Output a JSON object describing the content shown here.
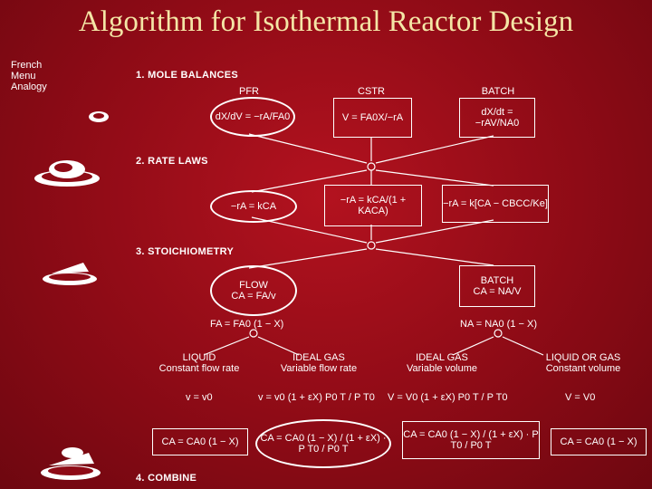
{
  "title": "Algorithm for Isothermal Reactor Design",
  "side_label": [
    "French",
    "Menu",
    "Analogy"
  ],
  "sections": {
    "s1": "1. MOLE BALANCES",
    "s2": "2. RATE LAWS",
    "s3": "3. STOICHIOMETRY",
    "s4": "4. COMBINE"
  },
  "mole_balances": {
    "pfr_label": "PFR",
    "cstr_label": "CSTR",
    "batch_label": "BATCH",
    "pfr_eq": "dX/dV = −rA/FA0",
    "cstr_eq": "V = FA0X/−rA",
    "batch_eq": "dX/dt = −rAV/NA0"
  },
  "rate_laws": {
    "r1": "−rA = kCA",
    "r2": "−rA = kCA/(1 + KACA)",
    "r3": "−rA = k[CA − CBCC/Ke]"
  },
  "stoichiometry": {
    "flow_label": "FLOW",
    "batch_label": "BATCH",
    "flow_eq": "CA = FA/v",
    "batch_eq": "CA = NA/V",
    "flow_relation": "FA = FA0 (1 − X)",
    "batch_relation": "NA = NA0 (1 − X)",
    "liquid": [
      "LIQUID",
      "Constant flow rate"
    ],
    "ideal_gas_flow": [
      "IDEAL GAS",
      "Variable flow rate"
    ],
    "ideal_gas_batch": [
      "IDEAL GAS",
      "Variable volume"
    ],
    "liquid_or_gas": [
      "LIQUID OR GAS",
      "Constant volume"
    ],
    "v1": "v = v0",
    "v2": "v = v0 (1 + εX) P0 T / P T0",
    "v3": "V = V0 (1 + εX) P0 T / P T0",
    "v4": "V = V0"
  },
  "combine": {
    "c1": "CA = CA0 (1 − X)",
    "c2": "CA = CA0 (1 − X) / (1 + εX) · P T0 / P0 T",
    "c3": "CA = CA0 (1 − X) / (1 + εX) · P T0 / P0 T",
    "c4": "CA = CA0 (1 − X)"
  },
  "colors": {
    "background": "#8e0b16",
    "title": "#f4e6a6",
    "line": "#ffffff"
  }
}
